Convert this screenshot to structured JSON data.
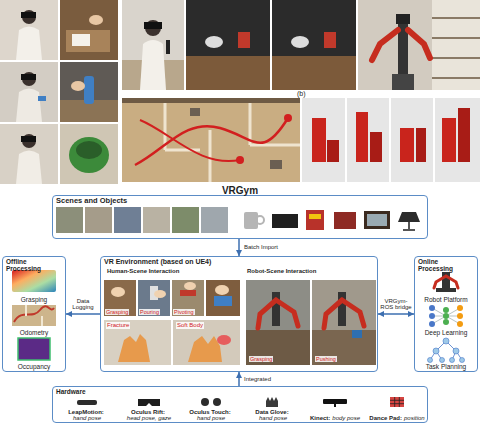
{
  "diagram": {
    "title": "VRGym",
    "nodes": [
      {
        "text": [
          "Scenes and Objects"
        ]
      },
      {
        "text": [
          "VR Environment (based on UE4)"
        ]
      },
      {
        "text": [
          "Human-Scene Interaction"
        ],
        "in": 1
      },
      {
        "text": [
          "Robot-Scene Interaction"
        ],
        "in": 1
      },
      {
        "text": [
          "Offline Processing"
        ]
      },
      {
        "text": [
          "Grasping"
        ],
        "in": 4
      },
      {
        "text": [
          "Odometry"
        ],
        "in": 4
      },
      {
        "text": [
          "Occupancy"
        ],
        "in": 4
      },
      {
        "text": [
          "Online Processing"
        ]
      },
      {
        "text": [
          "Robot Platform"
        ],
        "in": 8
      },
      {
        "text": [
          "Deep Learning"
        ],
        "in": 8
      },
      {
        "text": [
          "Task Planning"
        ],
        "in": 8
      },
      {
        "text": [
          "Hardware"
        ]
      },
      {
        "text": [
          "LeapMotion:",
          "hand pose"
        ],
        "in": 12
      },
      {
        "text": [
          "Oculus Rift:",
          "head pose, gaze"
        ],
        "in": 12
      },
      {
        "text": [
          "Oculus Touch:",
          "hand pose"
        ],
        "in": 12
      },
      {
        "text": [
          "Data Glove:",
          "hand pose"
        ],
        "in": 12
      },
      {
        "text": [
          "Kinect:",
          "body pose"
        ],
        "in": 12
      },
      {
        "text": [
          "Dance Pad:",
          "position"
        ],
        "in": 12
      }
    ],
    "edges": [
      {
        "from": 0,
        "to": 1,
        "arrow": "to",
        "label": "Batch Import"
      },
      {
        "from": 1,
        "to": 4,
        "arrow": "to",
        "label": "Data Logging"
      },
      {
        "from": 1,
        "to": 8,
        "arrow": "both",
        "label": "VRGym-ROS bridge"
      },
      {
        "from": 12,
        "to": 1,
        "arrow": "to",
        "label": "Integrated"
      }
    ],
    "labels": [
      "(b)",
      "Grasping",
      "Pouring",
      "Pivoting",
      "Fracture",
      "Soft Body",
      "Grasping",
      "Pushing"
    ]
  }
}
